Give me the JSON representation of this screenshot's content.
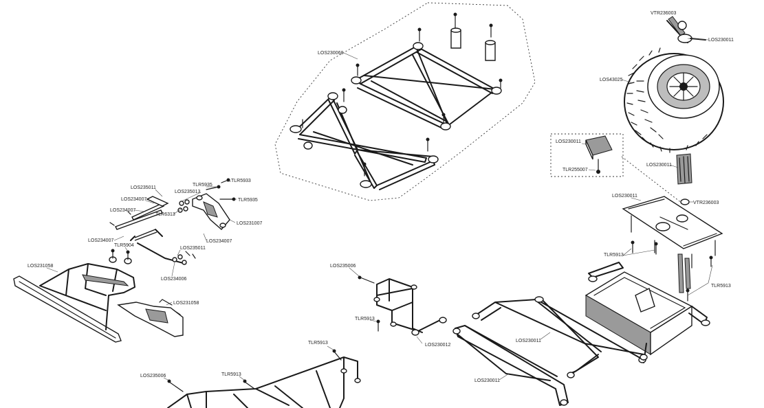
{
  "labels": {
    "vtr236003_top": "VTR236003",
    "los230011_top": "LOS230011",
    "los43025": "LOS43025",
    "los230068": "LOS230068",
    "los230011_box": "LOS230011",
    "tlr255007": "TLR255007",
    "los230011_mid": "LOS230011",
    "vtr236003_mid": "VTR236003",
    "los230011_tray": "LOS230011",
    "tlr5913_a": "TLR5913",
    "tlr5913_b": "TLR5913",
    "tlr5913_c": "TLR5913",
    "tlr5913_d": "TLR5913",
    "tlr5913_e": "TLR5913",
    "los230011_low1": "LOS230011",
    "los230011_low2": "LOS230011",
    "los235006_a": "LOS235006",
    "los235006_b": "LOS235006",
    "los230012": "LOS230012",
    "los235011_a": "LOS235011",
    "los235011_b": "LOS235011",
    "los234007_a": "LOS234007",
    "los234007_b": "LOS234007",
    "los234007_c": "LOS234007",
    "los234007_d": "LOS234007",
    "los235013": "LOS235013",
    "tlr5935_a": "TLR5935",
    "tlr5935_b": "TLR5935",
    "tlr5933": "TLR5933",
    "tlr6313": "TLR6313",
    "los231007": "LOS231007",
    "tlr5904": "TLR5904",
    "los231058_a": "LOS231058",
    "los231058_b": "LOS231058",
    "los234006": "LOS234006"
  }
}
